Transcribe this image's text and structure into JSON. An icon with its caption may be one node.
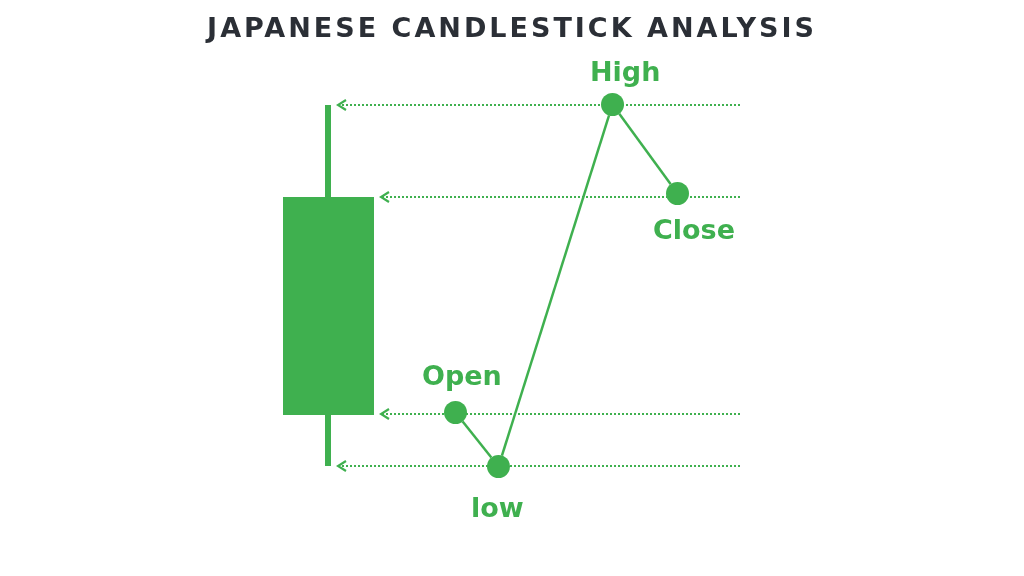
{
  "diagram": {
    "title": "JAPANESE CANDLESTICK ANALYSIS",
    "nodes": [
      {
        "text": [],
        "shape": "bar"
      },
      {
        "text": [],
        "shape": "bar"
      },
      {
        "text": [],
        "shape": "circle",
        "beside": [
          "Open"
        ]
      },
      {
        "text": [],
        "shape": "circle",
        "beside": [
          "low"
        ]
      },
      {
        "text": [],
        "shape": "circle",
        "beside": [
          "High"
        ]
      },
      {
        "text": [],
        "shape": "circle",
        "beside": [
          "Close"
        ]
      }
    ],
    "edges": [
      {
        "from": 2,
        "to": 3,
        "arrow": "none"
      },
      {
        "from": 3,
        "to": 4,
        "arrow": "none"
      },
      {
        "from": 4,
        "to": 5,
        "arrow": "none"
      },
      {
        "from": null,
        "to": 0,
        "arrow": "to",
        "style": "dashed"
      },
      {
        "from": null,
        "to": 1,
        "arrow": "to",
        "style": "dashed"
      },
      {
        "from": null,
        "to": 1,
        "arrow": "to",
        "style": "dashed"
      },
      {
        "from": null,
        "to": 0,
        "arrow": "to",
        "style": "dashed"
      }
    ]
  }
}
